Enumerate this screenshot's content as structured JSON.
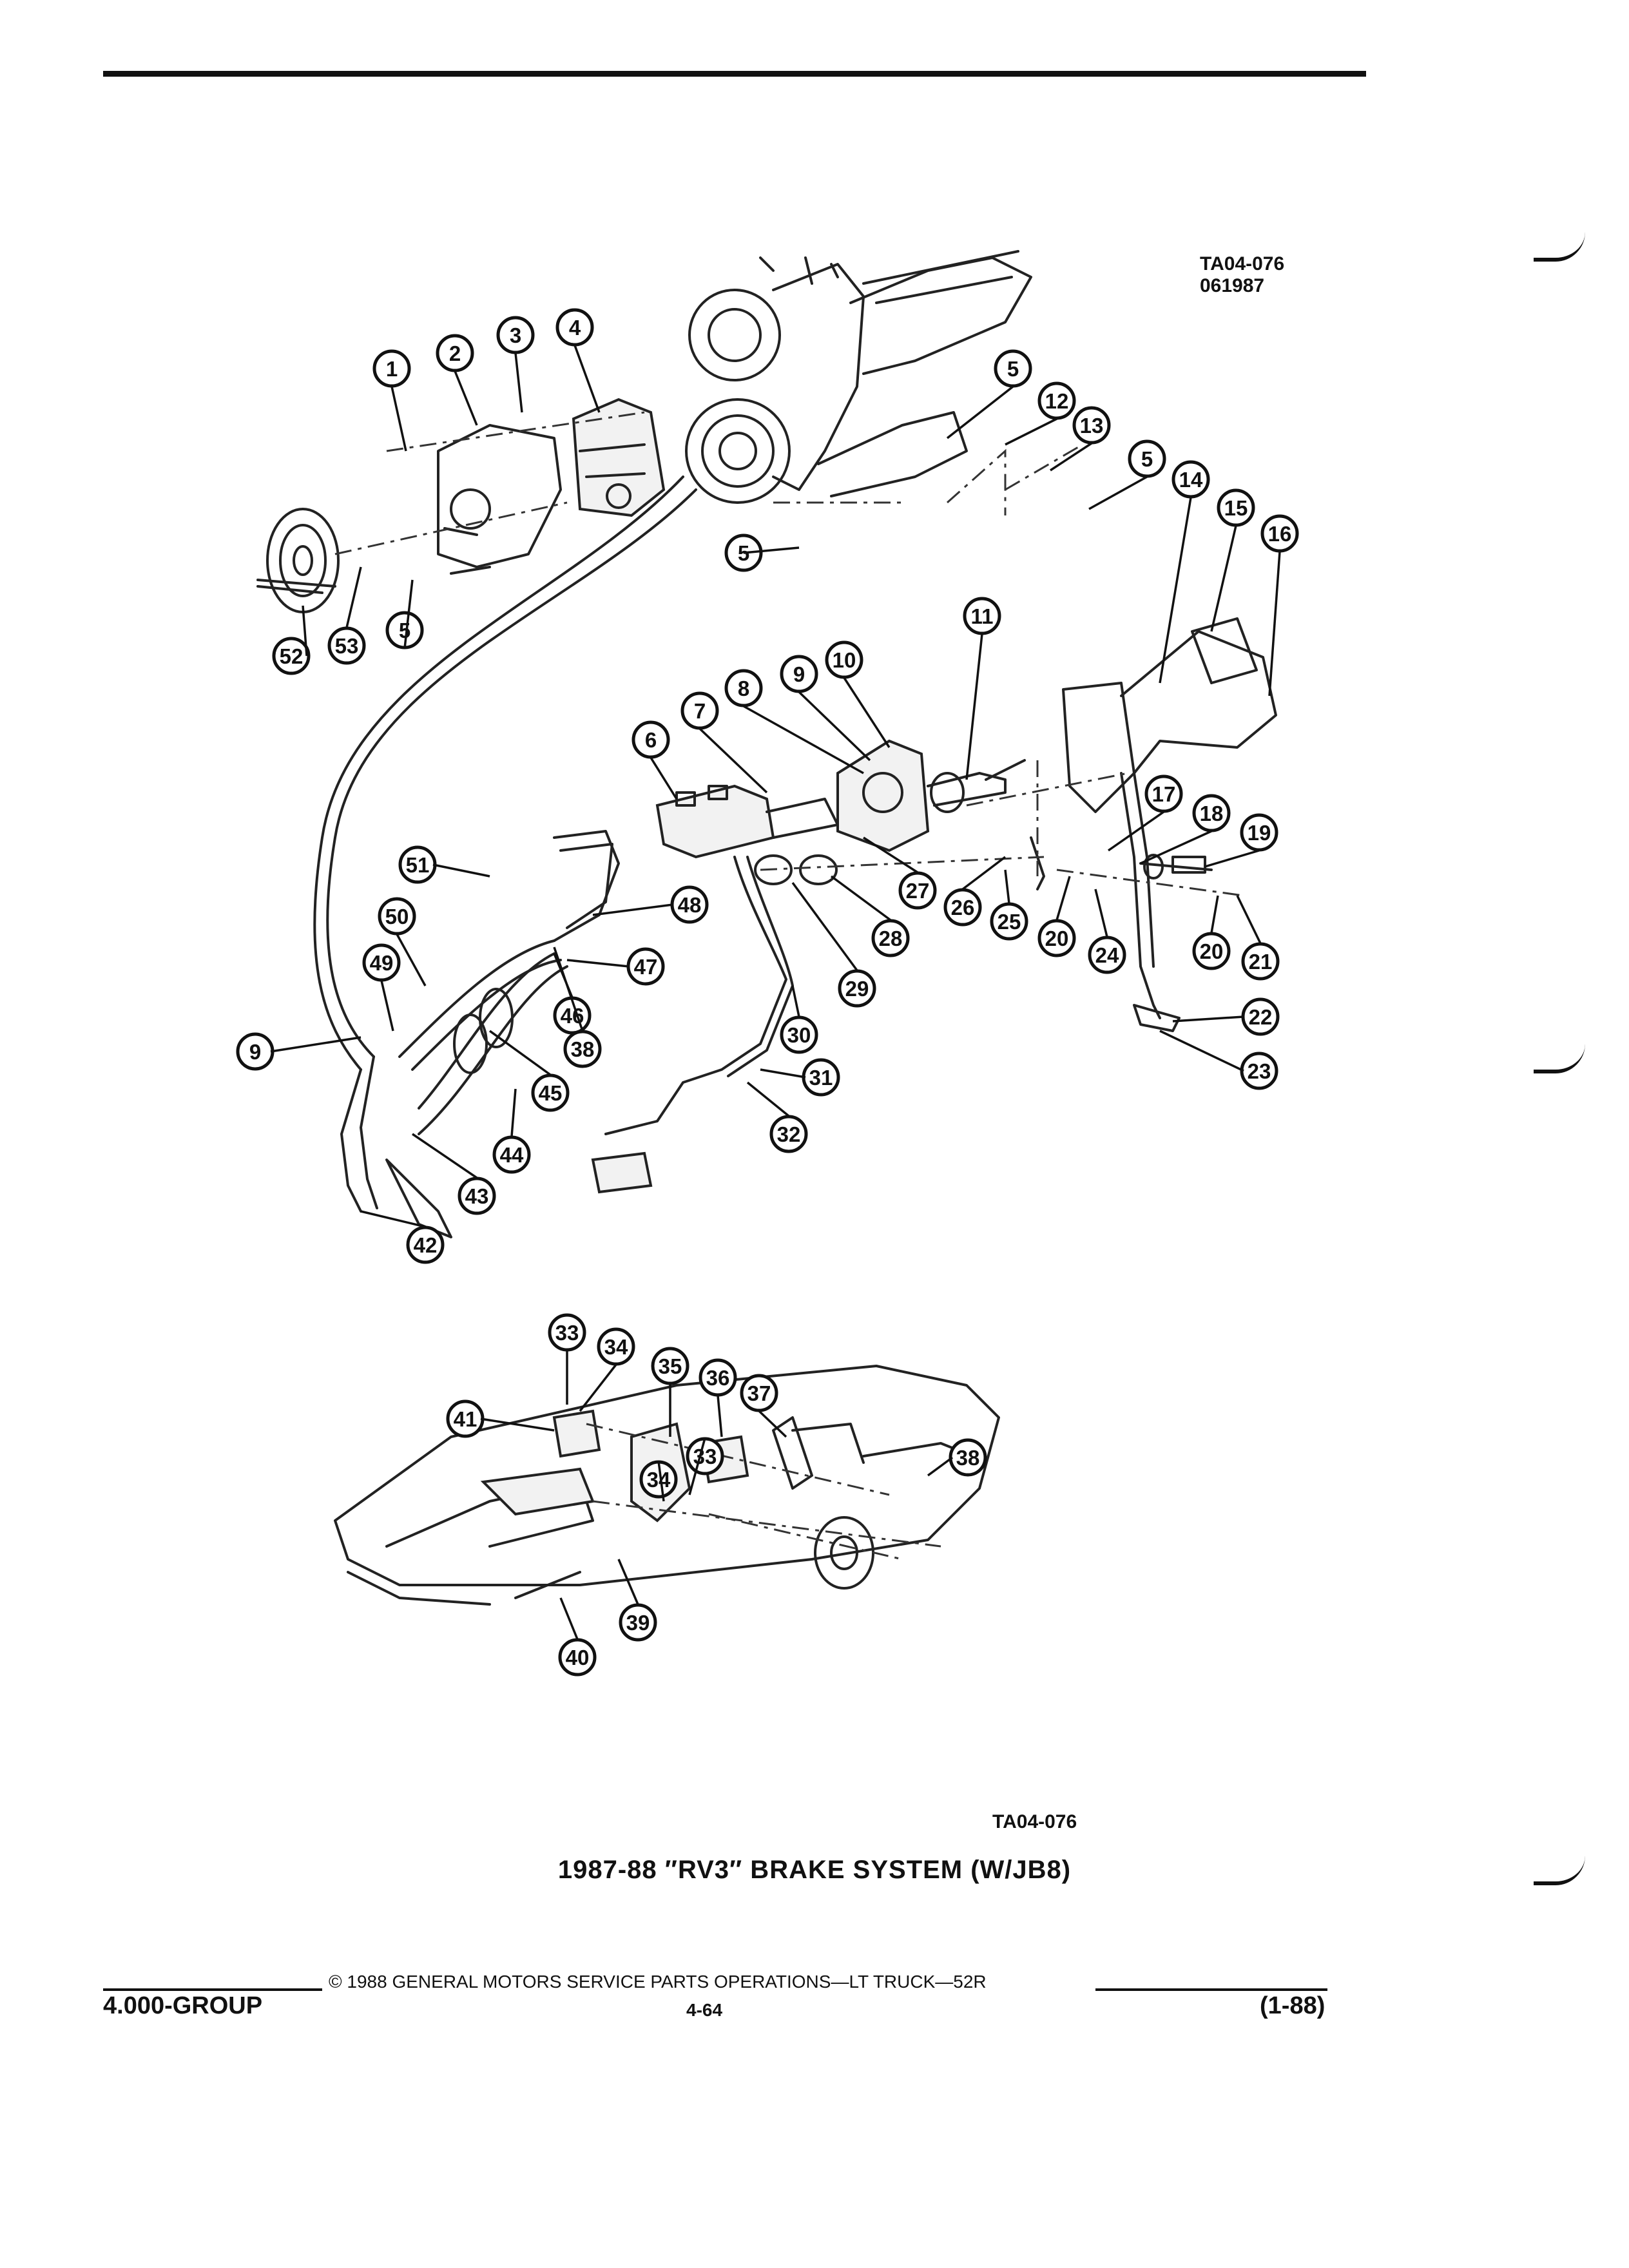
{
  "header": {
    "figure_code": "TA04-076",
    "date_code": "061987"
  },
  "diagram": {
    "callouts": [
      "1",
      "2",
      "3",
      "4",
      "5",
      "5",
      "5",
      "5",
      "6",
      "7",
      "8",
      "9",
      "9",
      "10",
      "11",
      "12",
      "13",
      "14",
      "15",
      "16",
      "17",
      "18",
      "19",
      "20",
      "20",
      "21",
      "22",
      "23",
      "24",
      "25",
      "26",
      "27",
      "28",
      "29",
      "30",
      "31",
      "32",
      "33",
      "33",
      "34",
      "34",
      "35",
      "36",
      "37",
      "38",
      "38",
      "39",
      "40",
      "41",
      "42",
      "43",
      "44",
      "45",
      "46",
      "47",
      "48",
      "49",
      "50",
      "51",
      "52",
      "53"
    ]
  },
  "bottom_code": "TA04-076",
  "caption": "1987-88 ″RV3″ BRAKE SYSTEM (W/JB8)",
  "footer": {
    "copyright": "© 1988 GENERAL MOTORS SERVICE PARTS OPERATIONS—LT TRUCK—52R",
    "group": "4.000-GROUP",
    "page": "4-64",
    "revision": "(1-88)"
  }
}
